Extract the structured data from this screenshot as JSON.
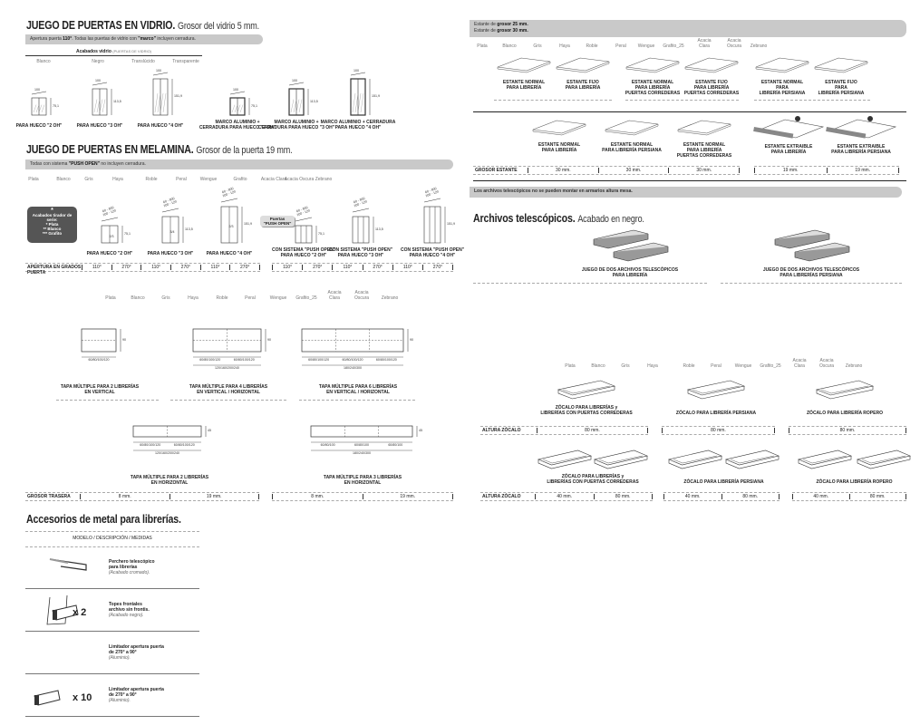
{
  "vidrio": {
    "title": "JUEGO DE PUERTAS EN VIDRIO.",
    "subtitle": "Grosor del vidrio 5 mm.",
    "note": {
      "pre": "Apertura puerta ",
      "b1": "110°",
      "mid": ". Todas las puertas de vidrio con ",
      "b2": "\"marco\"",
      "post": " incluyen cerradura."
    },
    "finishes_heading": "Acabados vidrio",
    "finishes_sub": "(PUERTAS DE VIDRIO)",
    "finishes": [
      "Blanco",
      "Negro",
      "Translúcido",
      "Transparente"
    ],
    "items": [
      {
        "label": "PARA HUECO \"2 OH\"",
        "width": "100",
        "height": "75,1"
      },
      {
        "label": "PARA HUECO \"3 OH\"",
        "width": "100",
        "height": "113,5"
      },
      {
        "label": "PARA HUECO \"4 OH\"",
        "width": "100",
        "height": "151,9"
      },
      {
        "label": "MARCO ALUMINIO +\nCERRADURA PARA HUECO \"2 OH\"",
        "width": "100",
        "height": "75,1"
      },
      {
        "label": "MARCO ALUMINIO +\nCERRADURA PARA HUECO \"3 OH\"",
        "width": "100",
        "height": "113,5"
      },
      {
        "label": "MARCO ALUMINIO + CERRADURA\nPARA HUECO \"4 OH\"",
        "width": "100",
        "height": "151,9"
      }
    ]
  },
  "melamina": {
    "title": "JUEGO DE PUERTAS EN MELAMINA.",
    "subtitle": "Grosor de la puerta 19 mm.",
    "note": {
      "pre": "Todas con sistema ",
      "b1": "\"PUSH OPEN\"",
      "post": " no incluyen cerradura."
    },
    "finishes": [
      "Plata",
      "Blanco",
      "Gris",
      "Haya",
      "Roble",
      "Peral",
      "Wengue",
      "Grafito",
      "Acacia Clara",
      "Acacia Oscura",
      "Zebrano"
    ],
    "handle_box": {
      "star": "*",
      "title": "Acabados tirador de serie:",
      "options": [
        "* Plata",
        "** Blanco",
        "*** Grafito"
      ]
    },
    "push_badge": "Puertas\n\"PUSH OPEN\"",
    "width_dims": "60 - 800\n100 - 120",
    "items": [
      {
        "label": "PARA HUECO \"2 OH\"",
        "height": "75,1",
        "mark": "2/3"
      },
      {
        "label": "PARA HUECO \"3 OH\"",
        "height": "113,5",
        "mark": "3/4"
      },
      {
        "label": "PARA HUECO \"4 OH\"",
        "height": "151,9",
        "mark": "2/3"
      },
      {
        "label": "CON SISTEMA \"PUSH OPEN\"\nPARA HUECO \"2 OH\"",
        "height": "75,1",
        "mark": ""
      },
      {
        "label": "CON SISTEMA \"PUSH OPEN\"\nPARA HUECO \"3 OH\"",
        "height": "113,5",
        "mark": ""
      },
      {
        "label": "CON SISTEMA \"PUSH OPEN\"\nPARA HUECO \"4 OH\"",
        "height": "151,9",
        "mark": ""
      }
    ],
    "table": {
      "header": "APERTURA EN GRADOS PUERTA",
      "values": [
        "110°",
        "270°",
        "110°",
        "270°",
        "110°",
        "270°",
        "110°",
        "270°",
        "110°",
        "270°",
        "110°",
        "270°"
      ]
    }
  },
  "tapas": {
    "finishes": [
      "Plata",
      "Blanco",
      "Gris",
      "Haya",
      "Roble",
      "Peral",
      "Wengue",
      "Grafito_25",
      "Acacia\nClara",
      "Acacia\nOscura",
      "Zebrano"
    ],
    "items": [
      {
        "label": "TAPA MÚLTIPLE PARA 2 LIBRERÍAS\nEN VERTICAL",
        "height": "90",
        "parts": [
          "60/80/100/120"
        ],
        "total": ""
      },
      {
        "label": "TAPA MÚLTIPLE PARA 4 LIBRERÍAS\nEN VERTICAL / HORIZONTAL",
        "height": "90",
        "parts": [
          "60/80/100/120",
          "60/80/100/120"
        ],
        "total": "120/160/200/240"
      },
      {
        "label": "TAPA MÚLTIPLE PARA 6 LIBRERÍAS\nEN VERTICAL / HORIZONTAL",
        "height": "90",
        "parts": [
          "60/80/100/120",
          "60/80/100/120",
          "60/80/100/120"
        ],
        "total": "180/240/300"
      },
      {
        "label": "TAPA MÚLTIPLE PARA 2 LIBRERÍAS\nEN HORIZONTAL",
        "height": "45",
        "parts": [
          "60/80/100/120",
          "60/80/100/120"
        ],
        "total": "120/160/200/240"
      },
      {
        "label": "TAPA MÚLTIPLE PARA 3 LIBRERÍAS\nEN HORIZONTAL",
        "height": "45",
        "parts": [
          "60/80/100",
          "60/80/100",
          "60/80/100"
        ],
        "total": "180/240/300"
      }
    ],
    "table": {
      "header": "GROSOR TRASERA",
      "values": [
        "8 mm.",
        "19 mm.",
        "8 mm.",
        "19 mm."
      ]
    }
  },
  "accesorios": {
    "title": "Accesorios de metal para librerías.",
    "header": "MODELO / DESCRIPCIÓN / MEDIDAS",
    "items": [
      {
        "name": "Perchero telescópico\npara librerías",
        "finish": "(Acabado cromado).",
        "qty": ""
      },
      {
        "name": "Topes frontales\narchivo sin frontis.",
        "finish": "(Acabado negro).",
        "qty": "x 2"
      },
      {
        "name": "Limitador apertura puerta\nde 270° a 90°",
        "finish": "(Aluminio).",
        "qty": ""
      },
      {
        "name": "Limitador apertura puerta\nde 270° a 90°",
        "finish": "(Aluminio).",
        "qty": "x 10"
      }
    ]
  },
  "estantes": {
    "note": [
      {
        "pre": "Estante de ",
        "b": "grosor 25 mm."
      },
      {
        "pre": "Estante de ",
        "b": "grosor 30 mm."
      }
    ],
    "finishes": [
      "Plata",
      "Blanco",
      "Gris",
      "Haya",
      "Roble",
      "Peral",
      "Wengue",
      "Grafito_25",
      "Acacia\nClara",
      "Acacia\nOscura",
      "Zebrano"
    ],
    "row1": [
      "ESTANTE NORMAL\nPARA LIBRERÍA",
      "ESTANTE FIJO\nPARA LIBRERÍA",
      "ESTANTE NORMAL\nPARA LIBRERÍA\nPUERTAS CORREDERAS",
      "ESTANTE FIJO\nPARA LIBRERÍA\nPUERTAS CORREDERAS",
      "ESTANTE NORMAL\nPARA\nLIBRERÍA PERSIANA",
      "ESTANTE FIJO\nPARA\nLIBRERÍA PERSIANA"
    ],
    "row2": [
      "ESTANTE NORMAL\nPARA LIBRERÍA",
      "ESTANTE NORMAL\nPARA LIBRERÍA PERSIANA",
      "ESTANTE NORMAL\nPARA LIBRERÍA\nPUERTAS CORREDERAS",
      "ESTANTE EXTRAIBLE\nPARA LIBRERÍA",
      "ESTANTE EXTRAIBLE\nPARA LIBRERÍA PERSIANA"
    ],
    "table": {
      "header": "GROSOR ESTANTE",
      "values": [
        "30 mm.",
        "30 mm.",
        "30 mm.",
        "19 mm.",
        "19 mm."
      ]
    }
  },
  "archivos": {
    "note": "Los archivos telescópicos no se pueden montar en armarios altura mesa.",
    "title": "Archivos telescópicos.",
    "subtitle": "Acabado en negro.",
    "items": [
      "JUEGO DE DOS ARCHIVOS TELESCÓPICOS\nPARA LIBRERÍA",
      "JUEGO DE DOS ARCHIVOS TELESCÓPICOS\nPARA LIBRERÍAS PERSIANA"
    ]
  },
  "zocalos": {
    "finishes": [
      "Plata",
      "Blanco",
      "Gris",
      "Haya",
      "Roble",
      "Peral",
      "Wengue",
      "Grafito_25",
      "Acacia\nClara",
      "Acacia\nOscura",
      "Zebrano"
    ],
    "row1": [
      "ZÓCALO PARA LIBRERÍAS y\nLIBRERÍAS CON PUERTAS CORREDERAS",
      "ZÓCALO PARA LIBRERÍA PERSIANA",
      "ZÓCALO PARA LIBRERÍA ROPERO"
    ],
    "table1": {
      "header": "ALTURA ZÓCALO",
      "values": [
        "80 mm.",
        "80 mm.",
        "80 mm."
      ]
    },
    "row2": [
      "ZÓCALO PARA LIBRERÍAS y\nLIBRERÍAS CON PUERTAS CORREDERAS",
      "ZÓCALO PARA LIBRERÍA PERSIANA",
      "ZÓCALO PARA LIBRERÍA ROPERO"
    ],
    "table2": {
      "header": "ALTURA ZÓCALO",
      "values": [
        "40 mm.",
        "80 mm.",
        "40 mm.",
        "80 mm.",
        "40 mm.",
        "80 mm."
      ]
    }
  }
}
